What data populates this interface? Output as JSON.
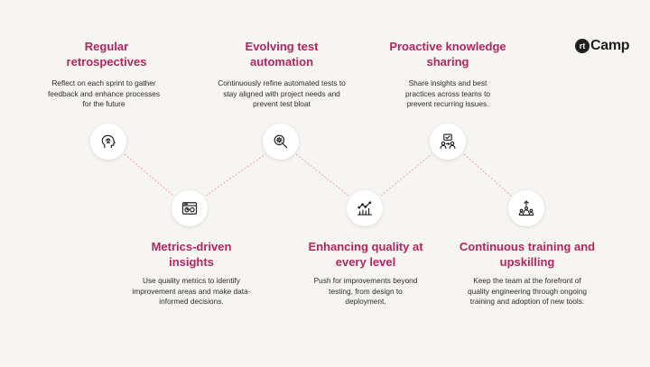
{
  "brand": {
    "mark": "rt",
    "name": "Camp"
  },
  "colors": {
    "accent": "#b5245f",
    "connector": "#f0a0a0",
    "background": "#f7f5f2"
  },
  "steps": [
    {
      "title": "Regular retrospectives",
      "description": "Reflect on each sprint to gather feedback and enhance processes for the future",
      "icon": "brain-head-icon"
    },
    {
      "title": "Metrics-driven insights",
      "description": "Use quality metrics to identify improvement areas and make data-informed decisions.",
      "icon": "dashboard-icon"
    },
    {
      "title": "Evolving test automation",
      "description": "Continuously refine automated tests to stay aligned with project needs and prevent test bloat",
      "icon": "search-gear-icon"
    },
    {
      "title": "Enhancing quality at every level",
      "description": "Push for improvements beyond testing, from design to deployment.",
      "icon": "line-chart-icon"
    },
    {
      "title": "Proactive knowledge sharing",
      "description": "Share insights and best practices across teams to prevent recurring issues.",
      "icon": "team-board-icon"
    },
    {
      "title": "Continuous training and upskilling",
      "description": "Keep the team at the forefront of quality engineering through ongoing training and adoption of new tools.",
      "icon": "team-growth-icon"
    }
  ]
}
